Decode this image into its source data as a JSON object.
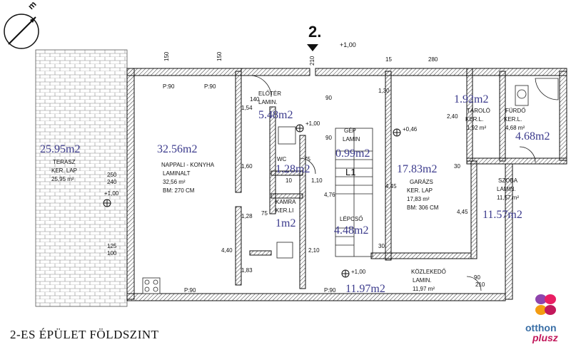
{
  "building_no": "2.",
  "elev_top": "+1,00",
  "caption": "2-ES ÉPÜLET FÖLDSZINT",
  "logo": {
    "line1": "otthon",
    "line2": "plusz",
    "colors": [
      "#8e44ad",
      "#e91e63",
      "#f39c12",
      "#c2185b"
    ]
  },
  "rooms": [
    {
      "name": "TERASZ",
      "floor": "KER. LAP",
      "area": "25,95 m²",
      "overlay": "25.95m2"
    },
    {
      "name": "NAPPALI - KONYHA",
      "floor": "LAMINALT",
      "area": "32,56 m²",
      "height": "BM: 270 CM",
      "overlay": "32.56m2"
    },
    {
      "name": "ELŐTÉR",
      "floor": "LAMIN.",
      "overlay": "5.48m2"
    },
    {
      "name": "WC",
      "overlay": "1.28m2"
    },
    {
      "name": "KAMRA",
      "floor": "KER.LI",
      "overlay": "1m2"
    },
    {
      "name": "GÉP",
      "floor": "LAMIN",
      "overlay": "0.99m2"
    },
    {
      "name": "LÉPCSŐ",
      "overlay": "4.48m2"
    },
    {
      "name": "GARÁZS",
      "floor": "KER. LAP",
      "area": "17,83 m²",
      "height": "BM: 306 CM",
      "overlay": "17.83m2"
    },
    {
      "name": "TÁROLÓ",
      "floor": "KER.L.",
      "area": "1,92 m²",
      "overlay": "1.92m2"
    },
    {
      "name": "FÜRDŐ",
      "floor": "KER.L.",
      "area": "4,68 m²",
      "overlay": "4.68m2"
    },
    {
      "name": "SZOBA",
      "floor": "LAMIN.",
      "area": "11,57 m²",
      "overlay": "11.57m2"
    },
    {
      "name": "KÖZLEKEDŐ",
      "floor": "LAMIN.",
      "area": "11,97 m²",
      "overlay": "11.97m2"
    }
  ],
  "levels": [
    "+1,00",
    "+1,00",
    "+0,46",
    "+1,00"
  ],
  "dims": {
    "p90": "P:90",
    "d250": "250",
    "d240": "240",
    "d125": "125",
    "d100": "100",
    "d154": "1,54",
    "d160": "1,60",
    "d128": "1,28",
    "d183": "1,83",
    "d440": "4,40",
    "d476": "4,76",
    "d210": "2,10",
    "d110": "1,10",
    "d445": "4,45",
    "d240b": "2,40",
    "d130": "1,30",
    "d280": "280",
    "d90": "90",
    "d140": "140",
    "d75": "75",
    "d30": "30",
    "d150": "150",
    "d210b": "210",
    "d10": "10",
    "d15": "15"
  },
  "stair_label": "L1"
}
